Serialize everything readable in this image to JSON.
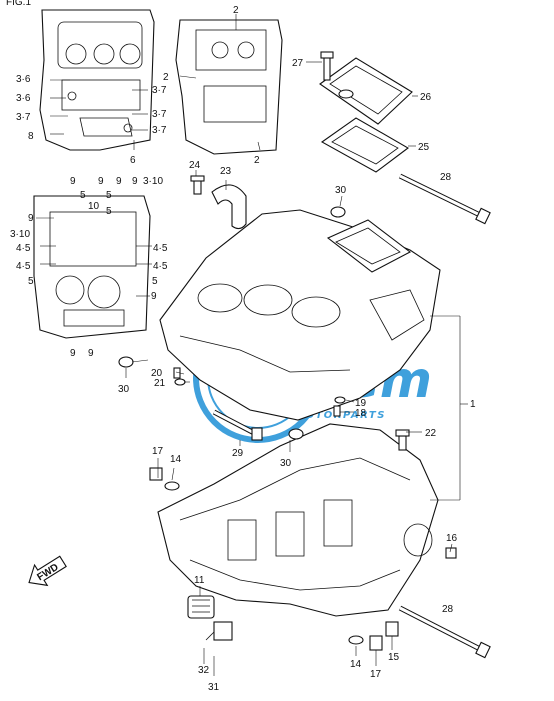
{
  "header_fragment": "FIG.1",
  "watermark": {
    "word_1": "tem",
    "word_2": "MOTORPARTS",
    "color": "#1e90d6"
  },
  "fwd_arrow": {
    "label": "FWD"
  },
  "callouts": {
    "c1": "1",
    "c2a": "2",
    "c2b": "2",
    "c2c": "2",
    "c3_6a": "3·6",
    "c3_6b": "3·6",
    "c3_7a": "3·7",
    "c3_7b": "3·7",
    "c3_7c": "3·7",
    "c3_7d": "3·7",
    "c3_10a": "3·10",
    "c3_10b": "3·10",
    "c4_5a": "4·5",
    "c4_5b": "4·5",
    "c4_5c": "4·5",
    "c4_5d": "4·5",
    "c5a": "5",
    "c5b": "5",
    "c5c": "5",
    "c5d": "5",
    "c5e": "5",
    "c6": "6",
    "c8": "8",
    "c9a": "9",
    "c9b": "9",
    "c9c": "9",
    "c9d": "9",
    "c9e": "9",
    "c9f": "9",
    "c9g": "9",
    "c9h": "9",
    "c10": "10",
    "c11": "11",
    "c14a": "14",
    "c14b": "14",
    "c15": "15",
    "c16": "16",
    "c17a": "17",
    "c17b": "17",
    "c18": "18",
    "c19": "19",
    "c20": "20",
    "c21": "21",
    "c22": "22",
    "c23": "23",
    "c24": "24",
    "c25": "25",
    "c26": "26",
    "c27": "27",
    "c28a": "28",
    "c28b": "28",
    "c29": "29",
    "c30a": "30",
    "c30b": "30",
    "c30c": "30",
    "c31": "31",
    "c32": "32"
  }
}
